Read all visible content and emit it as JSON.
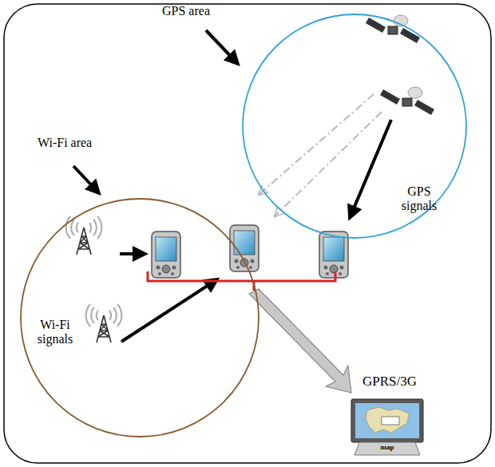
{
  "diagram": {
    "nodes": [
      {
        "text": [
          "GPS area",
          "GPS signals"
        ]
      },
      {
        "text": [
          "Wi-Fi area",
          "Wi-Fi signals"
        ]
      },
      {
        "text": [
          "GPRS/3G",
          "map"
        ]
      }
    ]
  }
}
